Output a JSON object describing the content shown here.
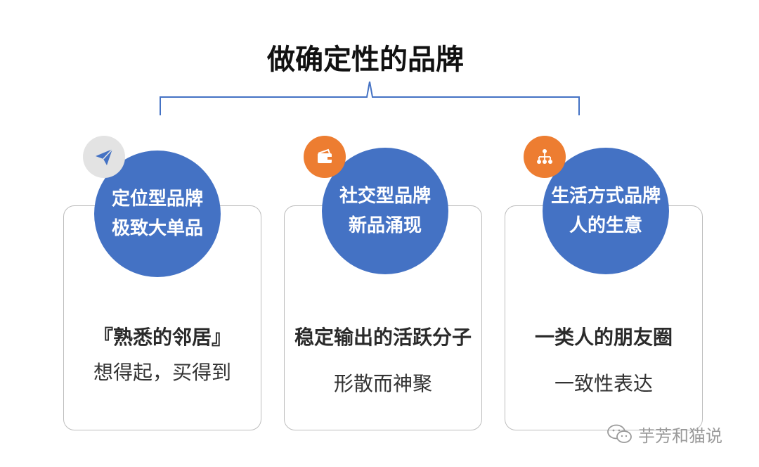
{
  "title": "做确定性的品牌",
  "cards": [
    {
      "icon": "paper-plane-icon",
      "circle_line1": "定位型品牌",
      "circle_line2": "极致大单品",
      "main": "『熟悉的邻居』",
      "sub": "想得起，买得到"
    },
    {
      "icon": "wallet-icon",
      "circle_line1": "社交型品牌",
      "circle_line2": "新品涌现",
      "main": "稳定输出的活跃分子",
      "sub": "形散而神聚"
    },
    {
      "icon": "hierarchy-icon",
      "circle_line1": "生活方式品牌",
      "circle_line2": "人的生意",
      "main": "一类人的朋友圈",
      "sub": "一致性表达"
    }
  ],
  "watermark": "芋芳和猫说",
  "colors": {
    "circle": "#4472c4",
    "badge_orange": "#ed7d31",
    "badge_grey": "#e3e3e3",
    "brace": "#4472c4"
  }
}
